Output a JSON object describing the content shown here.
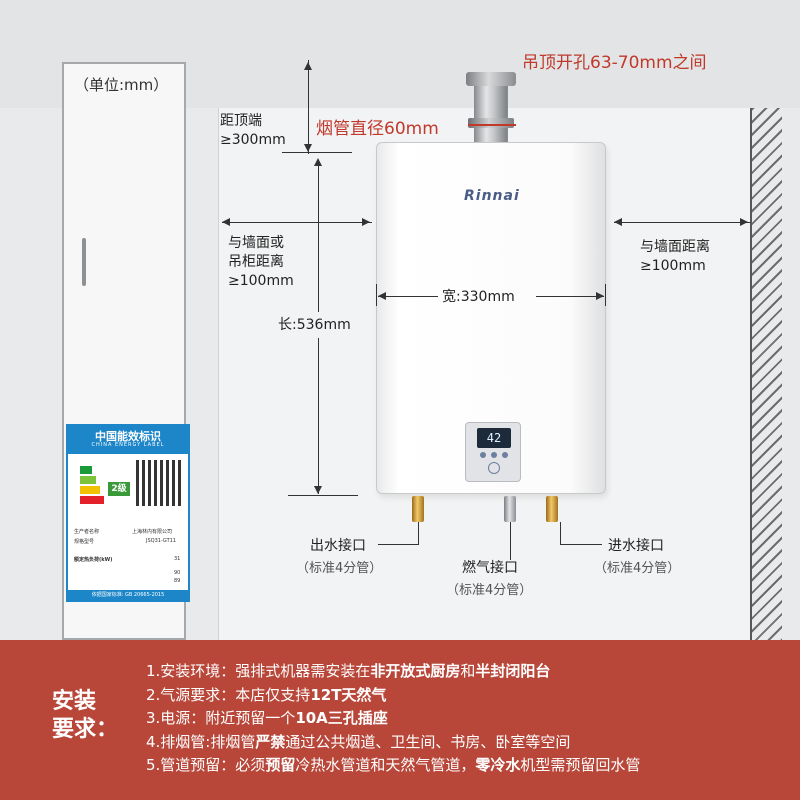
{
  "unit_label": "（单位:mm）",
  "ceiling_hole": "吊顶开孔63-70mm之间",
  "pipe_diameter": "烟管直径60mm",
  "top_clearance": {
    "line1": "距顶端",
    "line2": "≥300mm"
  },
  "left_clearance": {
    "line1": "与墙面或",
    "line2": "吊柜距离",
    "line3": "≥100mm"
  },
  "right_clearance": {
    "line1": "与墙面距离",
    "line2": "≥100mm"
  },
  "width": "宽:330mm",
  "height": "长:536mm",
  "brand": "Rinnai",
  "display_temp": "42",
  "connectors": {
    "outlet": {
      "label": "出水接口",
      "sub": "（标准4分管）"
    },
    "gas": {
      "label": "燃气接口",
      "sub": "（标准4分管）"
    },
    "inlet": {
      "label": "进水接口",
      "sub": "（标准4分管）"
    }
  },
  "energy_label": {
    "title": "中国能效标识",
    "subtitle": "CHINA ENERGY LABEL",
    "grade": "2级",
    "manufacturer": "上海林内有限公司",
    "model": "JSQ31-GT11",
    "load_label": "额定热负荷(kW)",
    "load_value": "31",
    "eff1_value": "90",
    "eff2_value": "89",
    "standard": "依据国家标准: GB 20665-2015"
  },
  "requirements": {
    "title_line1": "安装",
    "title_line2": "要求：",
    "items": [
      {
        "prefix": "1.安装环境：强排式机器需安装在",
        "bold1": "非开放式厨房",
        "mid": "和",
        "bold2": "半封闭阳台",
        "suffix": ""
      },
      {
        "prefix": "2.气源要求：本店仅支持",
        "bold1": "12T天然气",
        "mid": "",
        "bold2": "",
        "suffix": ""
      },
      {
        "prefix": "3.电源：附近预留一个",
        "bold1": "10A三孔插座",
        "mid": "",
        "bold2": "",
        "suffix": ""
      },
      {
        "prefix": "4.排烟管:排烟管",
        "bold1": "严禁",
        "mid": "通过公共烟道、卫生间、书房、卧室等空间",
        "bold2": "",
        "suffix": ""
      },
      {
        "prefix": "5.管道预留：必须",
        "bold1": "预留",
        "mid": "冷热水管道和天然气管道，",
        "bold2": "零冷水",
        "suffix": "机型需预留回水管"
      }
    ]
  },
  "colors": {
    "accent_red": "#c0392b",
    "footer_bg": "#b8473a",
    "label_blue": "#1c86c8"
  }
}
